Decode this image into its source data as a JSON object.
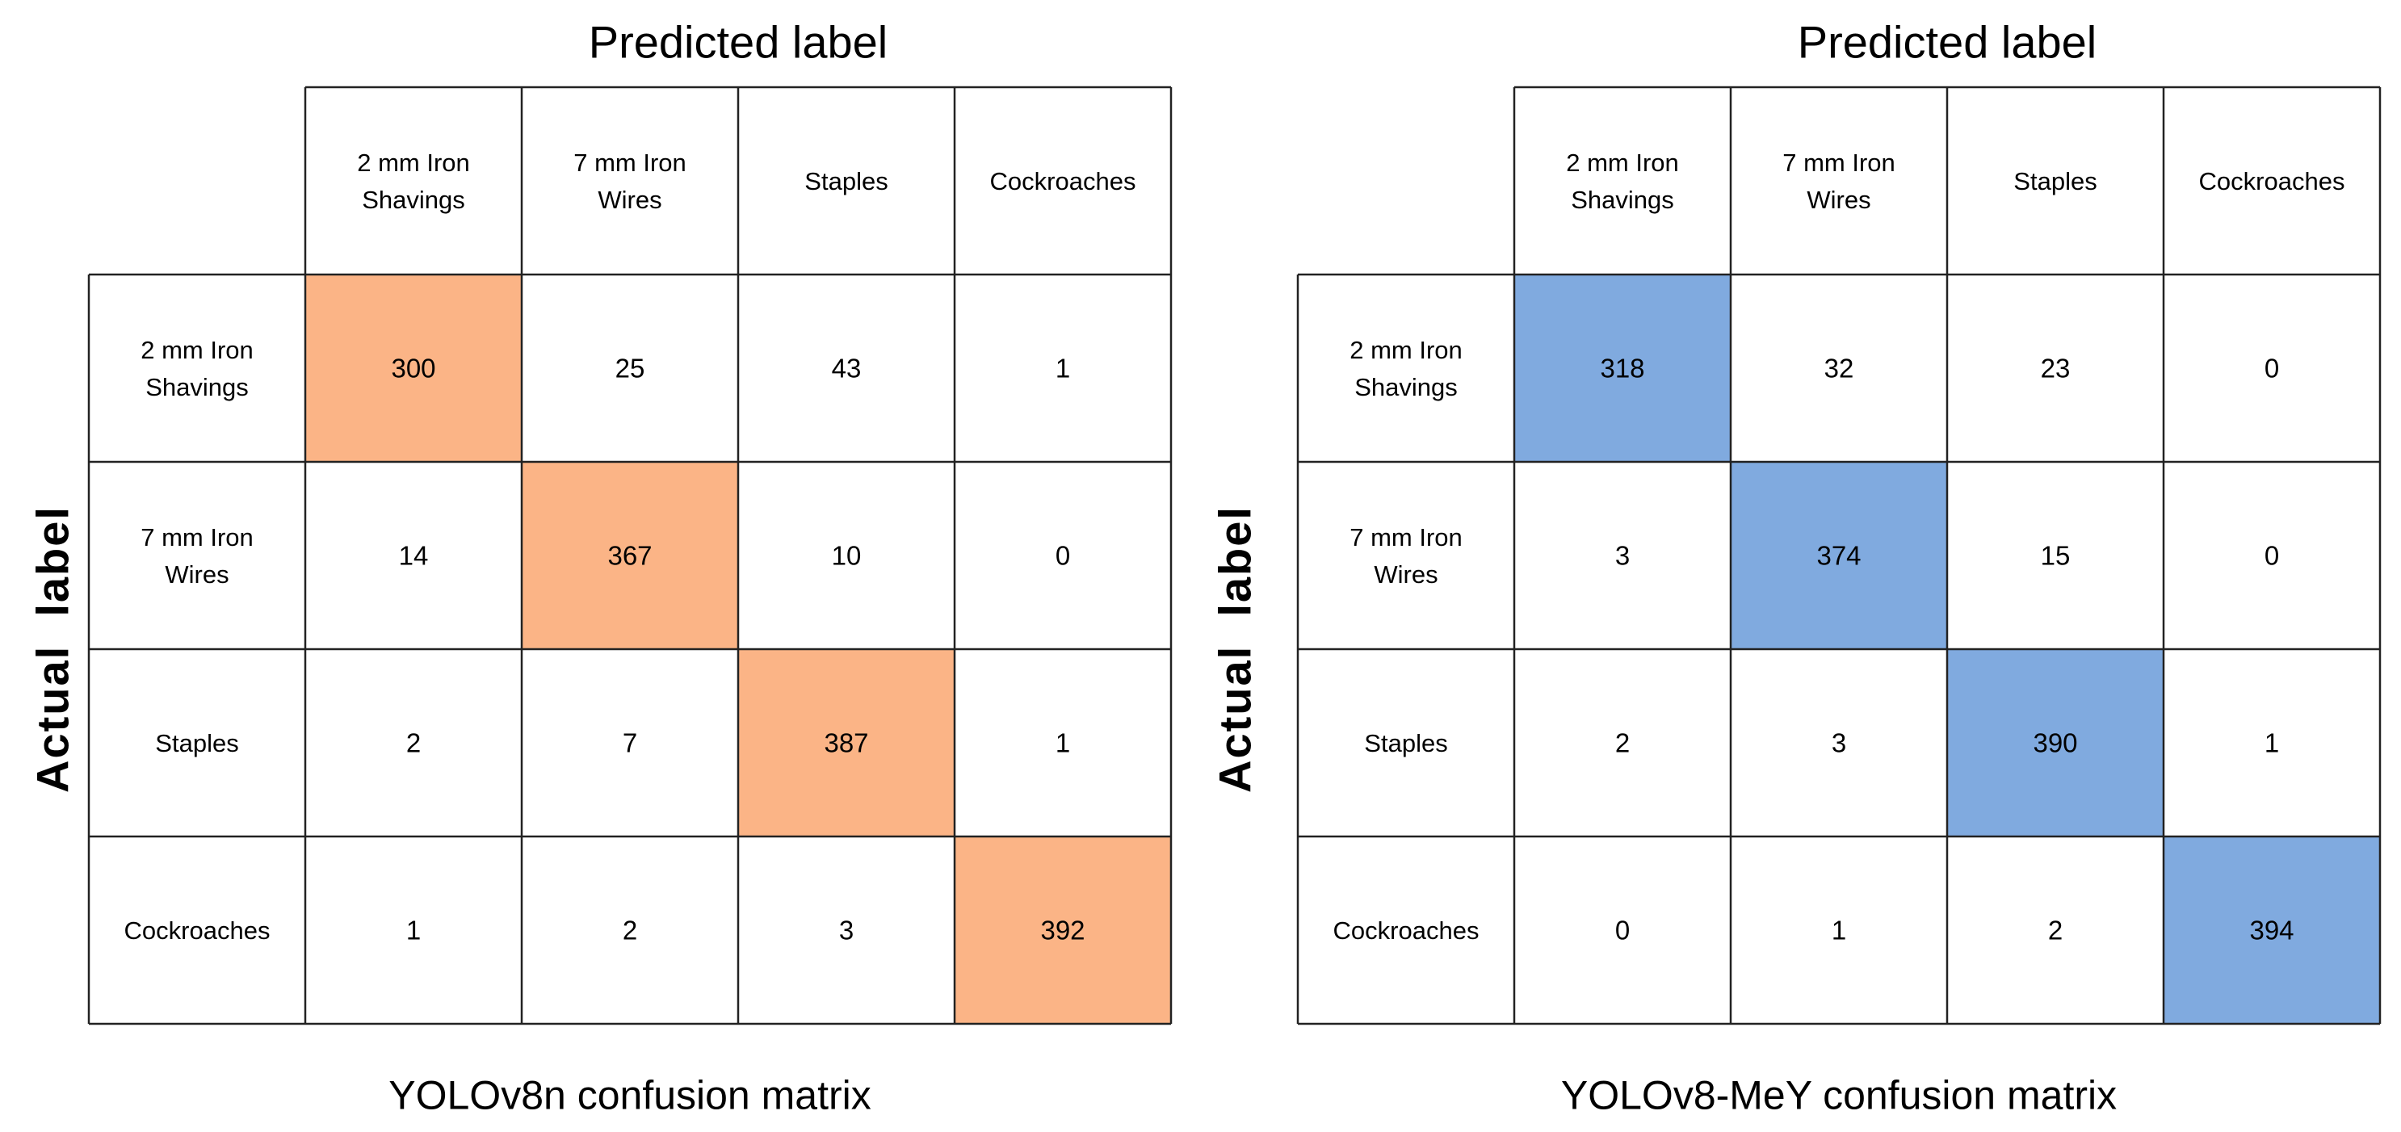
{
  "chart_data": [
    {
      "type": "heatmap",
      "title": "YOLOv8n confusion matrix",
      "xlabel": "Predicted label",
      "ylabel": "Actual  label",
      "columns": [
        [
          "2 mm Iron",
          "Shavings"
        ],
        [
          "7 mm Iron",
          "Wires"
        ],
        [
          "Staples"
        ],
        [
          "Cockroaches"
        ]
      ],
      "rows": [
        [
          "2 mm Iron",
          "Shavings"
        ],
        [
          "7 mm Iron",
          "Wires"
        ],
        [
          "Staples"
        ],
        [
          "Cockroaches"
        ]
      ],
      "values": [
        [
          300,
          25,
          43,
          1
        ],
        [
          14,
          367,
          10,
          0
        ],
        [
          2,
          7,
          387,
          1
        ],
        [
          1,
          2,
          3,
          392
        ]
      ],
      "highlight": "diagonal",
      "highlight_color": "#FBB486"
    },
    {
      "type": "heatmap",
      "title": "YOLOv8-MeY confusion matrix",
      "xlabel": "Predicted label",
      "ylabel": "Actual  label",
      "columns": [
        [
          "2 mm Iron",
          "Shavings"
        ],
        [
          "7 mm Iron",
          "Wires"
        ],
        [
          "Staples"
        ],
        [
          "Cockroaches"
        ]
      ],
      "rows": [
        [
          "2 mm Iron",
          "Shavings"
        ],
        [
          "7 mm Iron",
          "Wires"
        ],
        [
          "Staples"
        ],
        [
          "Cockroaches"
        ]
      ],
      "values": [
        [
          318,
          32,
          23,
          0
        ],
        [
          3,
          374,
          15,
          0
        ],
        [
          2,
          3,
          390,
          1
        ],
        [
          0,
          1,
          2,
          394
        ]
      ],
      "highlight": "diagonal",
      "highlight_color": "#80AADF"
    }
  ]
}
